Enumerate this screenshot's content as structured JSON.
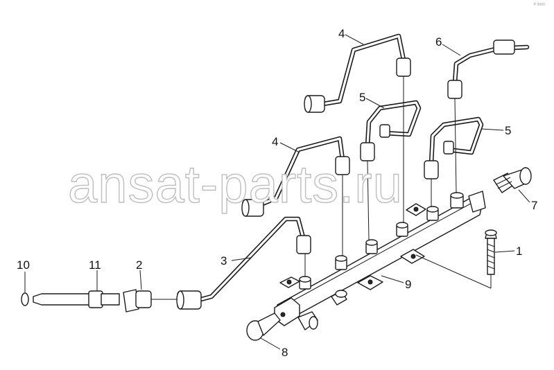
{
  "diagram": {
    "watermark": "ansat-parts.ru",
    "corner_mark": "P 0000",
    "callouts": [
      {
        "id": "c1",
        "label": "1"
      },
      {
        "id": "c2",
        "label": "2"
      },
      {
        "id": "c3",
        "label": "3"
      },
      {
        "id": "c4a",
        "label": "4"
      },
      {
        "id": "c4b",
        "label": "4"
      },
      {
        "id": "c5a",
        "label": "5"
      },
      {
        "id": "c5b",
        "label": "5"
      },
      {
        "id": "c6",
        "label": "6"
      },
      {
        "id": "c7",
        "label": "7"
      },
      {
        "id": "c8",
        "label": "8"
      },
      {
        "id": "c9",
        "label": "9"
      },
      {
        "id": "c10",
        "label": "10"
      },
      {
        "id": "c11",
        "label": "11"
      }
    ]
  }
}
